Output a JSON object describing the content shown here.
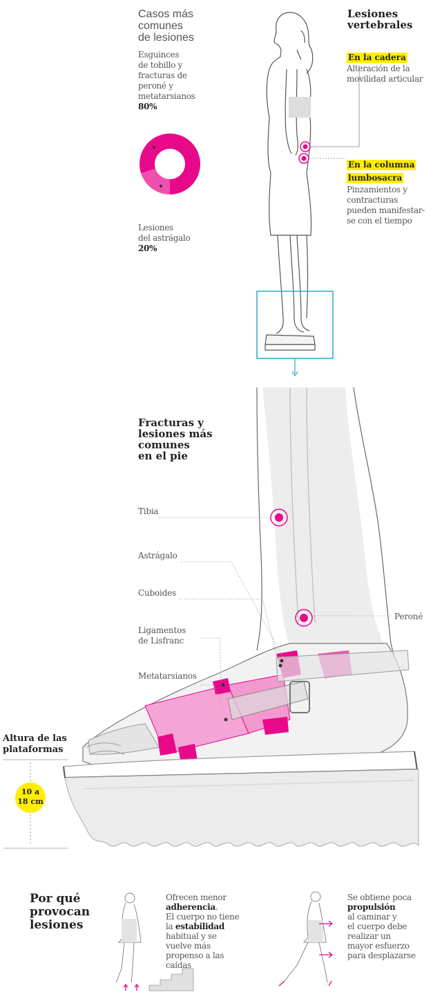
{
  "summary": {
    "title_lines": [
      "Casos más",
      "comunes",
      "de lesiones"
    ],
    "segment_major": {
      "label_lines": [
        "Esguinces",
        "de tobillo y",
        "fracturas de",
        "peroné y",
        "metatarsianos"
      ],
      "percent": "80%"
    },
    "segment_minor": {
      "label_lines": [
        "Lesiones",
        "del astrágalo"
      ],
      "percent": "20%"
    },
    "donut_values": [
      80,
      20
    ],
    "colors": {
      "major": "#e8098a",
      "minor": "#f04fae"
    }
  },
  "vertebral": {
    "title_lines": [
      "Lesiones",
      "vertebrales"
    ],
    "hip": {
      "title": "En la cadera",
      "desc_lines": [
        "Alteración de la",
        "movilidad articular"
      ]
    },
    "lumbar": {
      "title_lines": [
        "En la columna",
        "lumbosacra"
      ],
      "desc_lines": [
        "Pinzamientos y",
        "contracturas",
        "pueden manifestar-",
        "se con el tiempo"
      ]
    }
  },
  "foot": {
    "title_lines": [
      "Fracturas y",
      "lesiones más",
      "comunes",
      "en el pie"
    ],
    "labels": {
      "tibia": "Tibia",
      "astragalo": "Astrágalo",
      "cuboides": "Cuboides",
      "lisfranc_lines": [
        "Ligamentos",
        "de Lisfranc"
      ],
      "metatarsianos": "Metatarsianos",
      "perone": "Peroné"
    }
  },
  "platform": {
    "title_lines": [
      "Altura de las",
      "plataformas"
    ],
    "height_lines": [
      "10 a",
      "18 cm"
    ]
  },
  "why": {
    "title_lines": [
      "Por qué",
      "provocan",
      "lesiones"
    ],
    "reason1_lines": [
      {
        "pre": "Ofrecen menor",
        "bold": "",
        "post": ""
      },
      {
        "pre": "",
        "bold": "adherencia",
        "post": "."
      },
      {
        "pre": "El cuerpo no tiene",
        "bold": "",
        "post": ""
      },
      {
        "pre": "la ",
        "bold": "estabilidad",
        "post": ""
      },
      {
        "pre": "habitual y se",
        "bold": "",
        "post": ""
      },
      {
        "pre": "vuelve más",
        "bold": "",
        "post": ""
      },
      {
        "pre": "propenso a las",
        "bold": "",
        "post": ""
      },
      {
        "pre": "caídas",
        "bold": "",
        "post": ""
      }
    ],
    "reason2_lines": [
      {
        "pre": "Se obtiene poca",
        "bold": "",
        "post": ""
      },
      {
        "pre": "",
        "bold": "propulsión",
        "post": ""
      },
      {
        "pre": "al caminar y",
        "bold": "",
        "post": ""
      },
      {
        "pre": "el cuerpo debe",
        "bold": "",
        "post": ""
      },
      {
        "pre": "realizar un",
        "bold": "",
        "post": ""
      },
      {
        "pre": "mayor esfuerzo",
        "bold": "",
        "post": ""
      },
      {
        "pre": "para desplazarse",
        "bold": "",
        "post": ""
      }
    ]
  },
  "colors": {
    "accent": "#e8098a",
    "highlight": "#ffee00",
    "frame": "#2aa7c9"
  }
}
